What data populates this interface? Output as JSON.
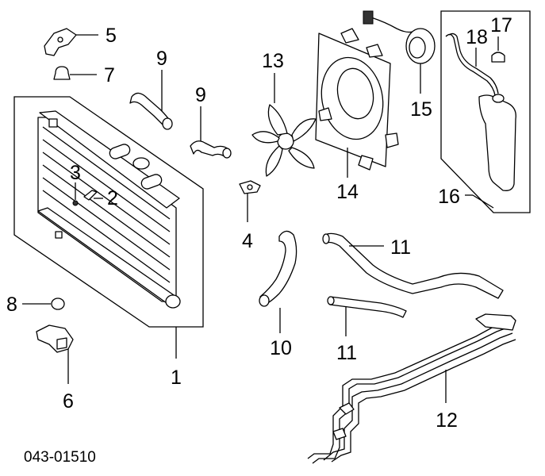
{
  "diagram_code": "043-01510",
  "callouts": {
    "c1": "1",
    "c2": "2",
    "c3": "3",
    "c4": "4",
    "c5": "5",
    "c6": "6",
    "c7": "7",
    "c8": "8",
    "c9a": "9",
    "c9b": "9",
    "c10": "10",
    "c11a": "11",
    "c11b": "11",
    "c12": "12",
    "c13": "13",
    "c14": "14",
    "c15": "15",
    "c16": "16",
    "c17": "17",
    "c18": "18"
  }
}
